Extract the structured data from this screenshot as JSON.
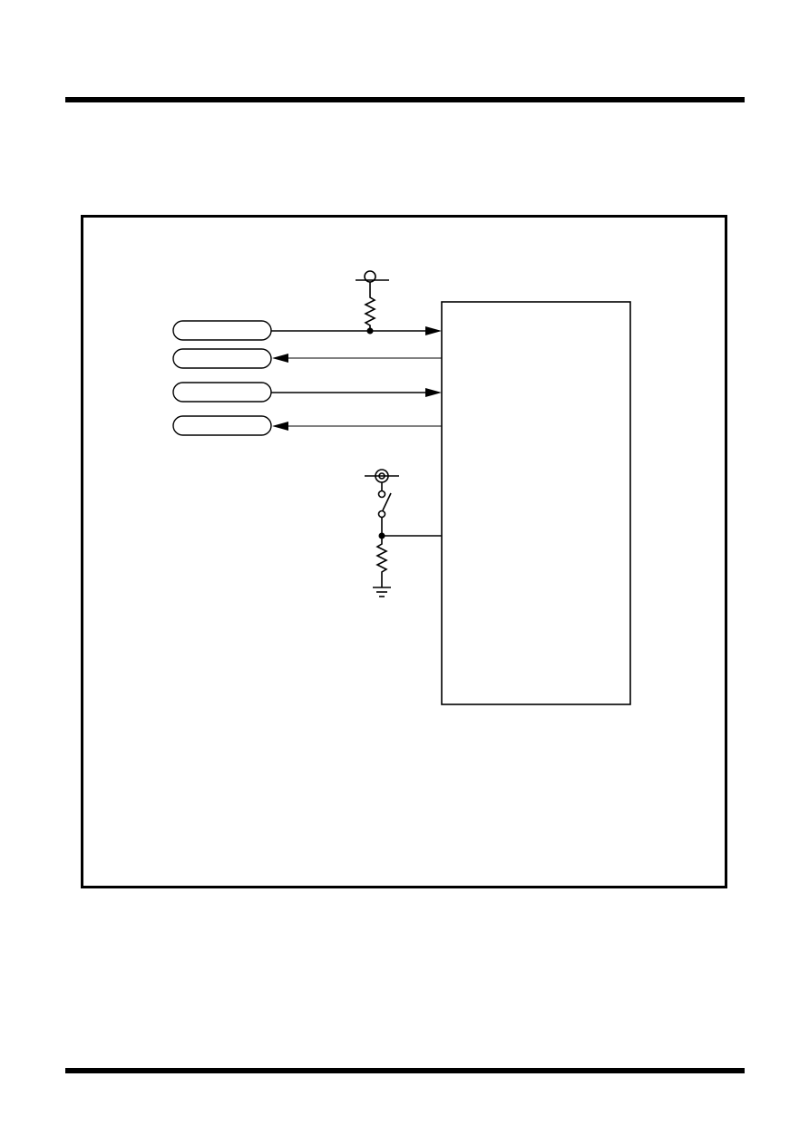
{
  "page": {
    "header_rule": "top-rule",
    "footer_rule": "bottom-rule"
  },
  "diagram": {
    "frame": "figure-frame",
    "block": {
      "name": "ic-block",
      "label": ""
    },
    "signals": [
      {
        "id": "input-1",
        "direction": "in",
        "label": "",
        "pullup": true
      },
      {
        "id": "output-1",
        "direction": "out",
        "label": ""
      },
      {
        "id": "input-2",
        "direction": "in",
        "label": ""
      },
      {
        "id": "output-2",
        "direction": "out",
        "label": ""
      }
    ],
    "switch_circuit": {
      "supply": "supply-terminal-icon",
      "switch": "spst-switch-icon",
      "resistor": "pulldown-resistor-icon",
      "ground": "ground-icon"
    },
    "colors": {
      "ink": "#000000",
      "paper": "#ffffff"
    }
  }
}
